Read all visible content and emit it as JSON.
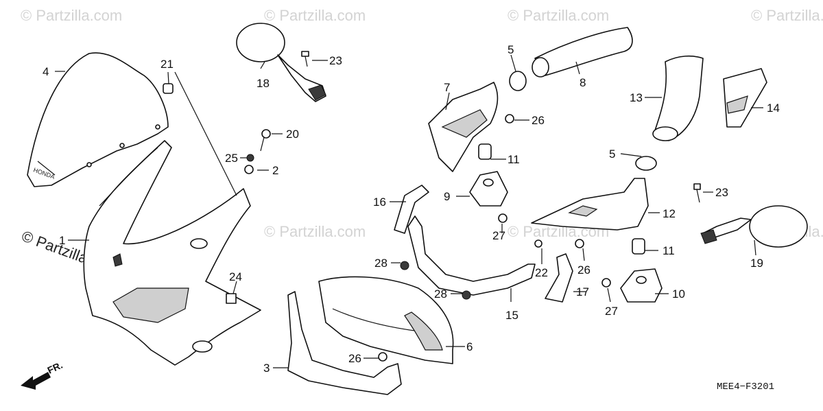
{
  "watermark": "© Partzilla.com",
  "figure_code": "MEE4−F3201",
  "front_indicator": "FR.",
  "callouts": [
    "1",
    "2",
    "3",
    "4",
    "5",
    "5",
    "6",
    "7",
    "8",
    "9",
    "10",
    "11",
    "11",
    "12",
    "13",
    "14",
    "15",
    "16",
    "17",
    "18",
    "19",
    "20",
    "21",
    "22",
    "23",
    "23",
    "24",
    "25",
    "26",
    "26",
    "26",
    "27",
    "27",
    "28",
    "28"
  ]
}
